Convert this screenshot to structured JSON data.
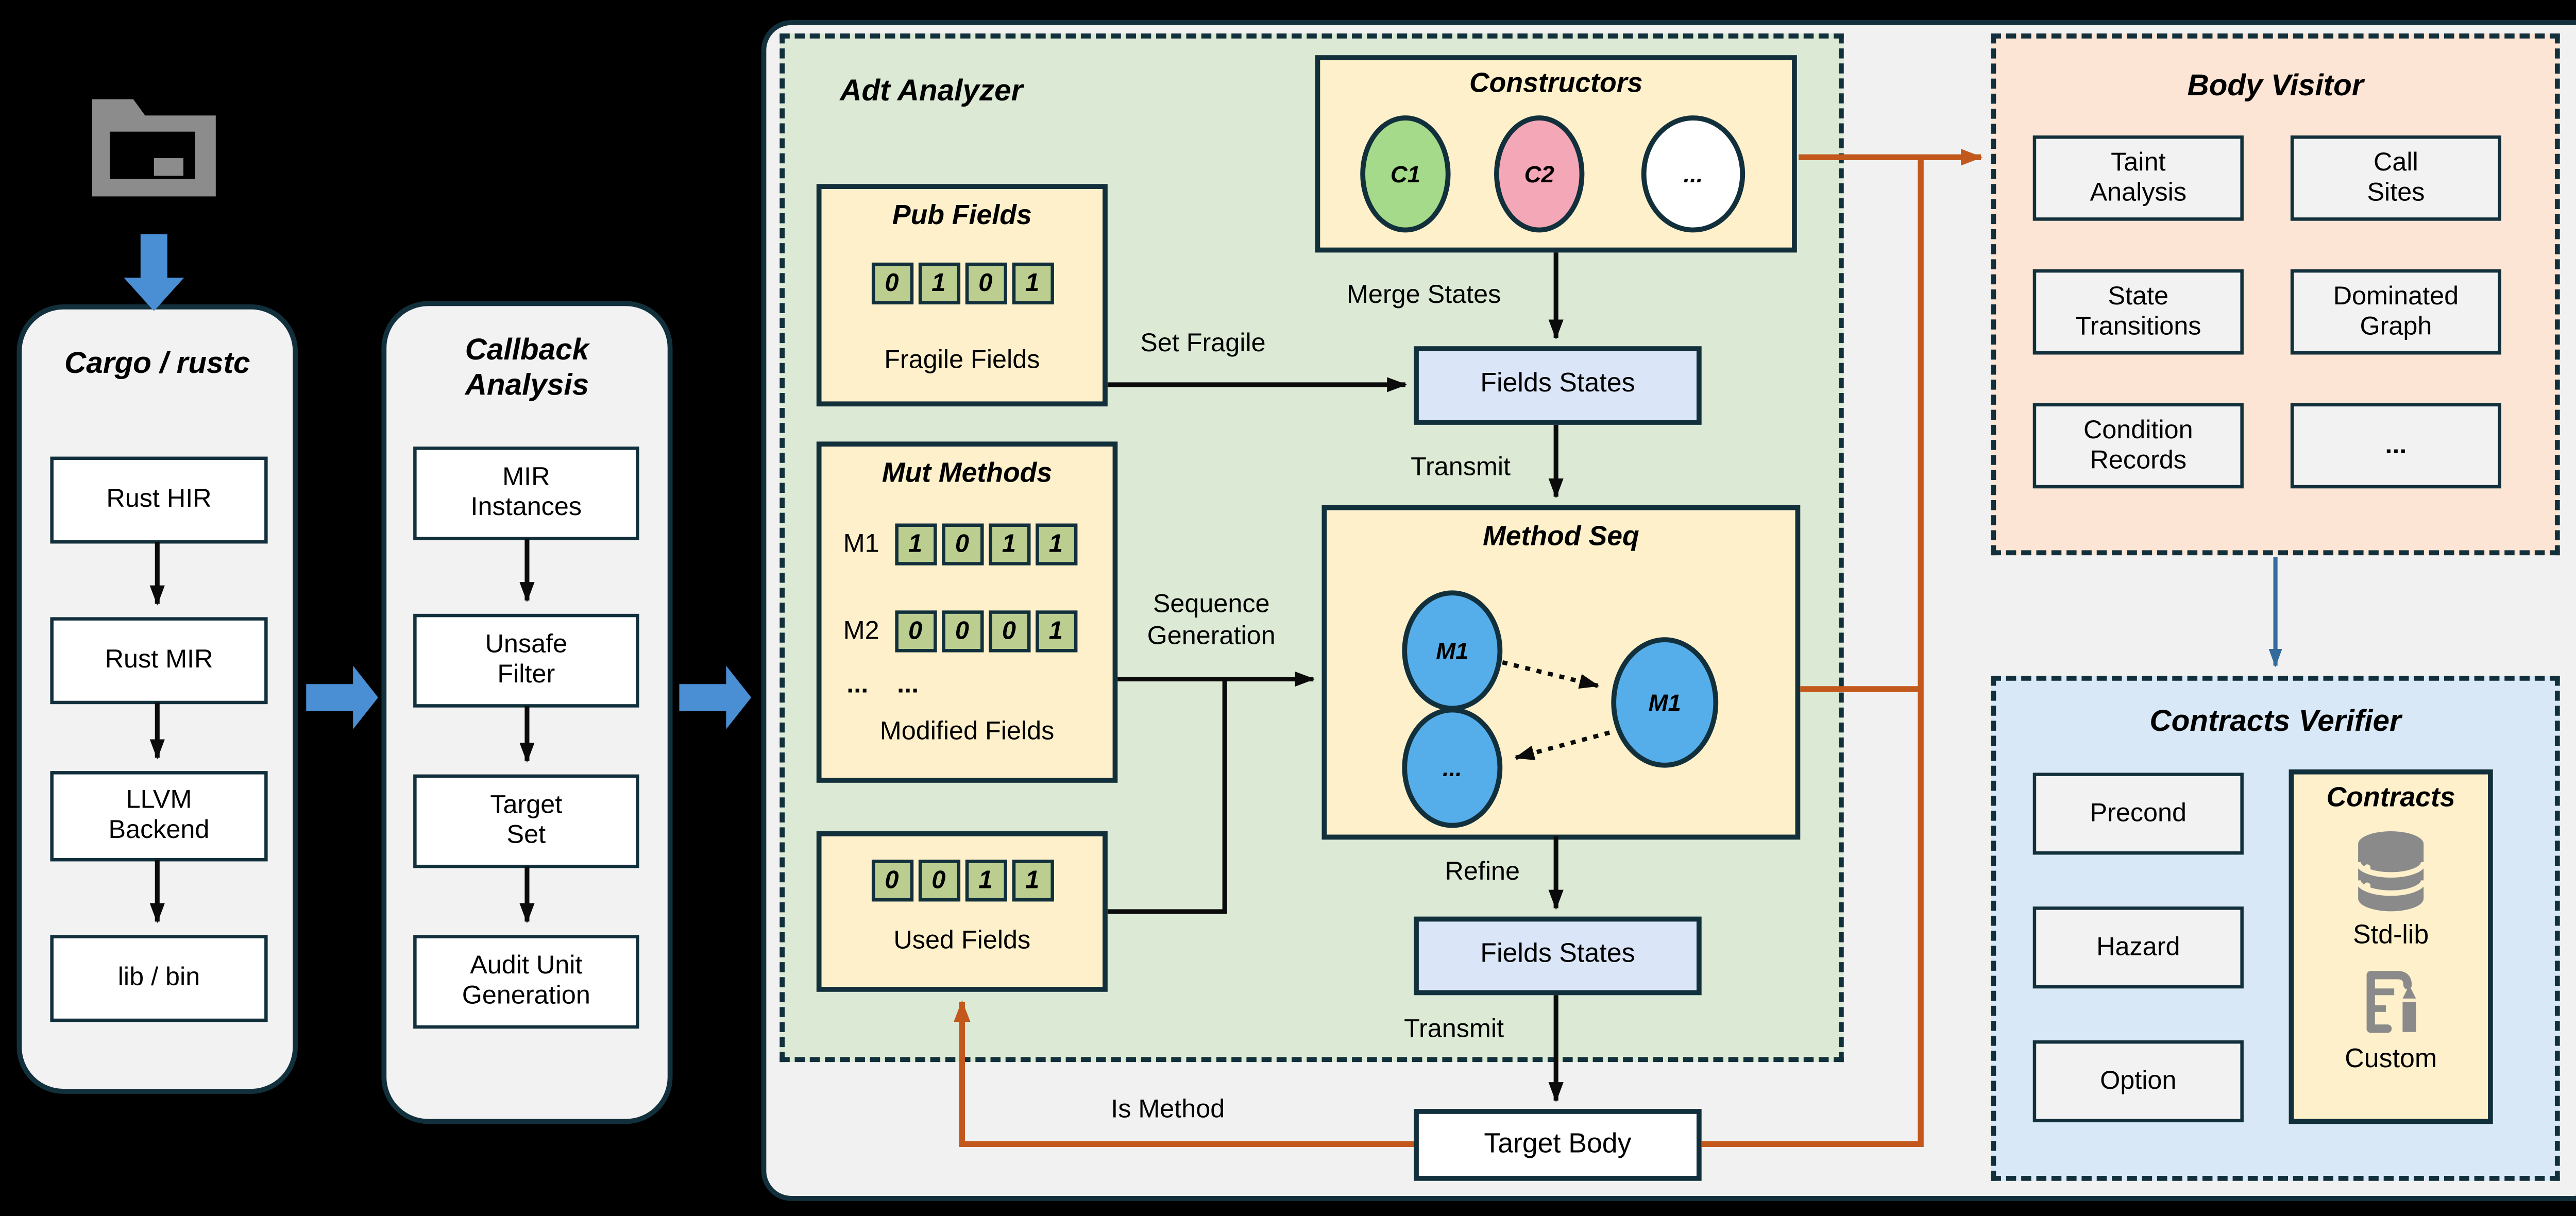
{
  "colors": {
    "background": "#000000",
    "panel": "#f1f1f1",
    "outline_navy": "#12303c",
    "green_region": "#dcead5",
    "peach_region": "#fce5d4",
    "blue_region": "#d9e8f6",
    "yellow_box": "#fdf0ca",
    "fields_states_box": "#dbe5f8",
    "bit_cell_green": "#bccd90",
    "node_green": "#a4da89",
    "node_pink": "#f4a7b7",
    "node_blue": "#55aeea",
    "edge_orange": "#c2581c",
    "edge_blue": "#336b9d",
    "block_arrow_blue": "#4a8fd4",
    "folder_gray": "#8c8c8c",
    "icon_gray": "#8a8a8a"
  },
  "left_pipeline": {
    "cargo": {
      "title": "Cargo / rustc",
      "stages": [
        "Rust HIR",
        "Rust MIR",
        "LLVM Backend",
        "lib / bin"
      ]
    },
    "callback": {
      "title": "Callback Analysis",
      "stages": [
        "MIR Instances",
        "Unsafe Filter",
        "Target Set",
        "Audit Unit Generation"
      ]
    }
  },
  "adt_analyzer": {
    "title": "Adt Analyzer",
    "pub_fields": {
      "title": "Pub Fields",
      "bits": [
        "0",
        "1",
        "0",
        "1"
      ],
      "caption": "Fragile Fields"
    },
    "constructors": {
      "title": "Constructors",
      "nodes": [
        {
          "label": "C1"
        },
        {
          "label": "C2"
        },
        {
          "label": "..."
        }
      ]
    },
    "fields_states_top": {
      "label": "Fields States"
    },
    "mut_methods": {
      "title": "Mut Methods",
      "rows": [
        {
          "label": "M1",
          "bits": [
            "1",
            "0",
            "1",
            "1"
          ]
        },
        {
          "label": "M2",
          "bits": [
            "0",
            "0",
            "0",
            "1"
          ]
        }
      ],
      "more": "...    ...",
      "caption": "Modified Fields"
    },
    "method_seq": {
      "title": "Method Seq",
      "nodes": [
        {
          "label": "M1"
        },
        {
          "label": "M1"
        },
        {
          "label": "..."
        }
      ]
    },
    "used_fields": {
      "bits": [
        "0",
        "0",
        "1",
        "1"
      ],
      "caption": "Used Fields"
    },
    "fields_states_bottom": {
      "label": "Fields States"
    },
    "edge_labels": {
      "merge_states": "Merge States",
      "set_fragile": "Set Fragile",
      "transmit_top": "Transmit",
      "sequence_generation": "Sequence Generation",
      "refine": "Refine",
      "transmit_bottom": "Transmit",
      "is_method": "Is Method"
    }
  },
  "target_body": {
    "label": "Target Body"
  },
  "body_visitor": {
    "title": "Body Visitor",
    "cells": [
      "Taint Analysis",
      "Call Sites",
      "State Transitions",
      "Dominated Graph",
      "Condition Records",
      "..."
    ]
  },
  "contracts_verifier": {
    "title": "Contracts Verifier",
    "checks": [
      "Precond",
      "Hazard",
      "Option"
    ],
    "contracts": {
      "title": "Contracts",
      "sources": [
        {
          "label": "Std-lib"
        },
        {
          "label": "Custom"
        }
      ]
    }
  }
}
